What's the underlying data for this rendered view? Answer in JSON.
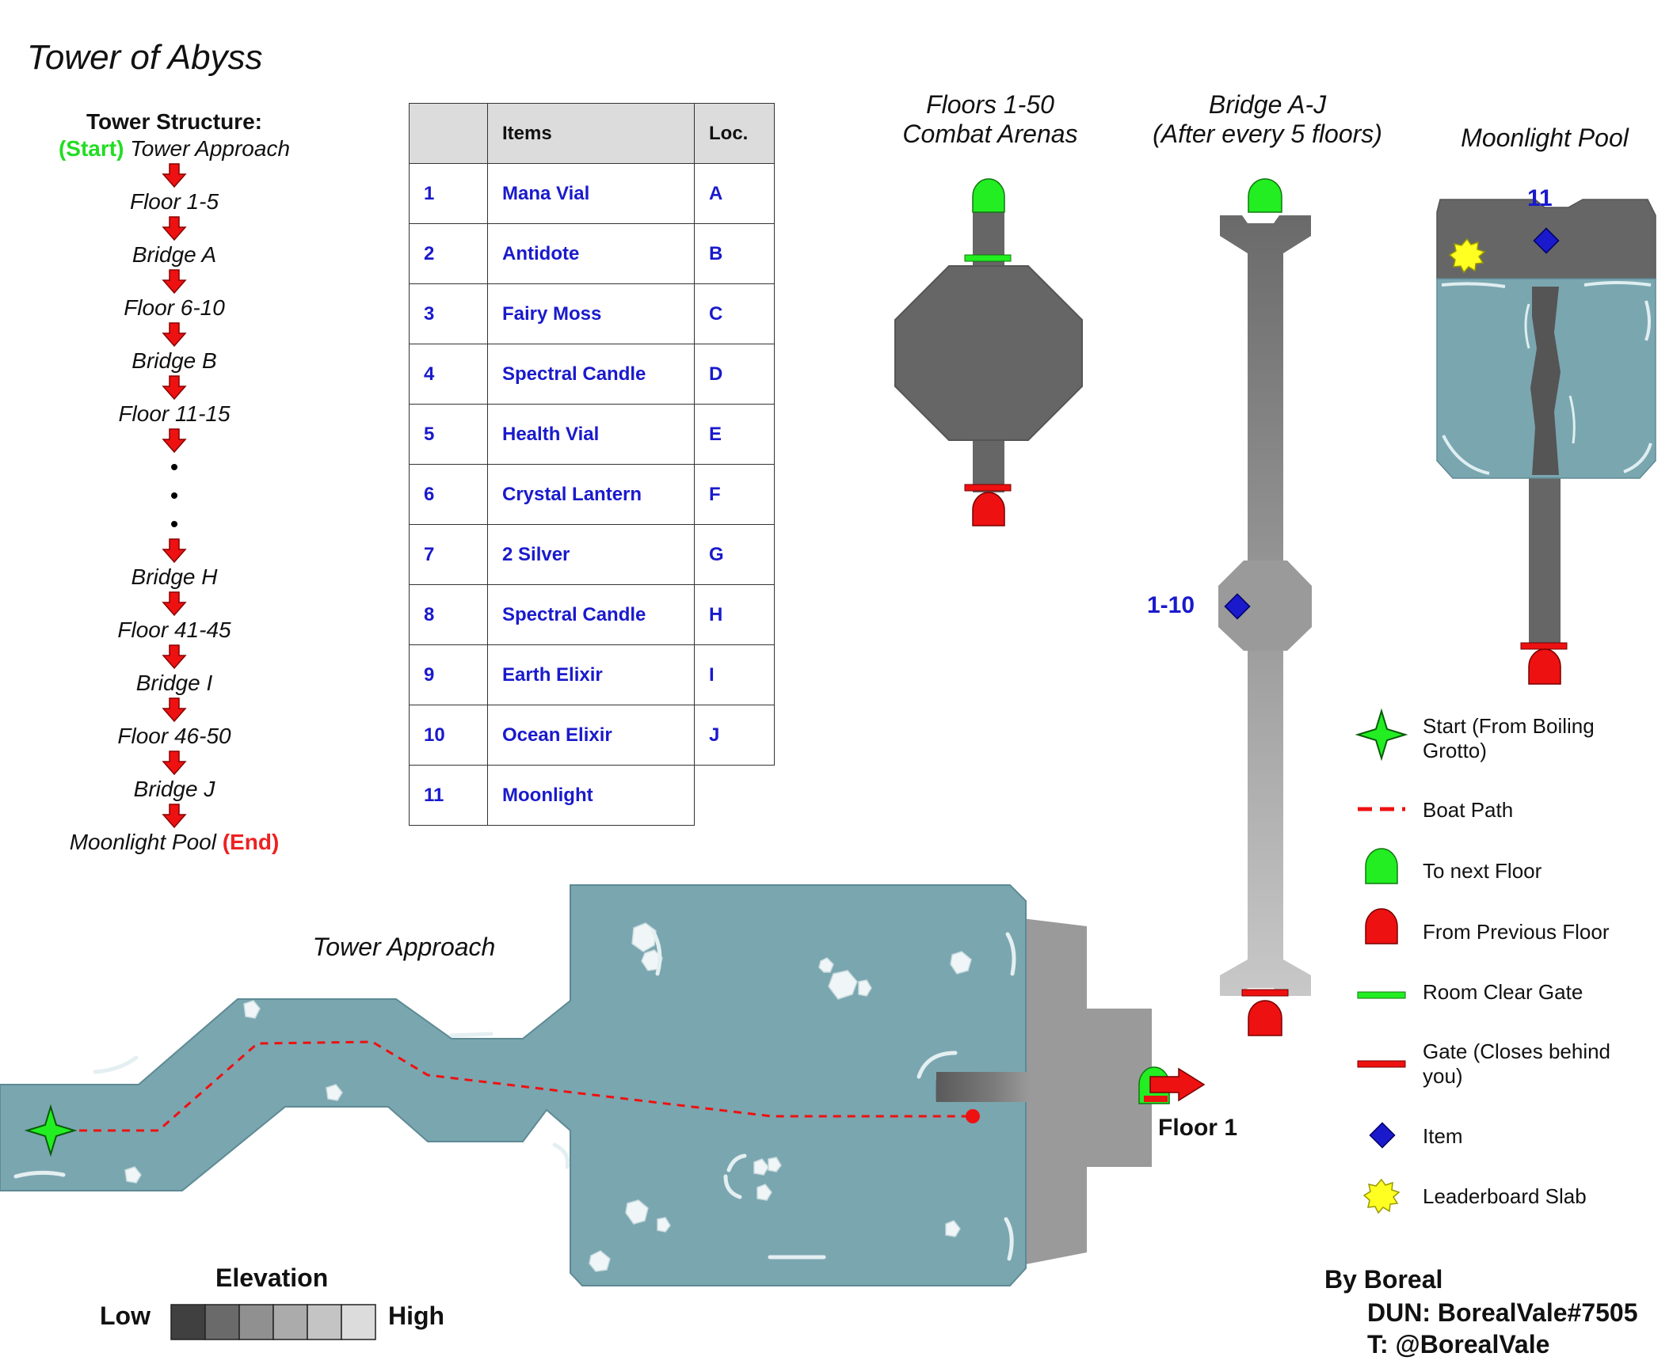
{
  "title": "Tower of Abyss",
  "structure": {
    "heading": "Tower Structure:",
    "start_label": "(Start)",
    "start_name": "Tower Approach",
    "steps_before": [
      "Floor 1-5",
      "Bridge A",
      "Floor 6-10",
      "Bridge B",
      "Floor 11-15"
    ],
    "steps_after": [
      "Bridge H",
      "Floor 41-45",
      "Bridge I",
      "Floor 46-50",
      "Bridge J"
    ],
    "end_name": "Moonlight Pool",
    "end_label": "(End)"
  },
  "items_table": {
    "headers": [
      "",
      "Items",
      "Loc."
    ],
    "rows": [
      [
        "1",
        "Mana Vial",
        "A"
      ],
      [
        "2",
        "Antidote",
        "B"
      ],
      [
        "3",
        "Fairy Moss",
        "C"
      ],
      [
        "4",
        "Spectral Candle",
        "D"
      ],
      [
        "5",
        "Health Vial",
        "E"
      ],
      [
        "6",
        "Crystal Lantern",
        "F"
      ],
      [
        "7",
        "2 Silver",
        "G"
      ],
      [
        "8",
        "Spectral Candle",
        "H"
      ],
      [
        "9",
        "Earth Elixir",
        "I"
      ],
      [
        "10",
        "Ocean Elixir",
        "J"
      ],
      [
        "11",
        "Moonlight",
        ""
      ]
    ]
  },
  "maps": {
    "floors_line1": "Floors 1-50",
    "floors_line2": "Combat Arenas",
    "bridge_line1": "Bridge A-J",
    "bridge_line2": "(After every 5 floors)",
    "bridge_item_label": "1-10",
    "pool_title": "Moonlight Pool",
    "pool_item_label": "11",
    "approach_title": "Tower Approach",
    "floor1_label": "Floor 1"
  },
  "legend": [
    {
      "icon": "start-star-icon",
      "label_lines": [
        "Start (From Boiling",
        "Grotto)"
      ]
    },
    {
      "icon": "boat-path-icon",
      "label_lines": [
        "Boat Path"
      ]
    },
    {
      "icon": "next-floor-door-icon",
      "label_lines": [
        "To next Floor"
      ]
    },
    {
      "icon": "previous-floor-door-icon",
      "label_lines": [
        "From Previous Floor"
      ]
    },
    {
      "icon": "room-clear-gate-icon",
      "label_lines": [
        "Room Clear Gate"
      ]
    },
    {
      "icon": "closing-gate-icon",
      "label_lines": [
        "Gate (Closes behind",
        "you)"
      ]
    },
    {
      "icon": "item-diamond-icon",
      "label_lines": [
        "Item"
      ]
    },
    {
      "icon": "leaderboard-slab-icon",
      "label_lines": [
        "Leaderboard Slab"
      ]
    }
  ],
  "elevation": {
    "title": "Elevation",
    "low": "Low",
    "high": "High",
    "shades": [
      "#404040",
      "#6a6a6a",
      "#909090",
      "#ababab",
      "#c4c4c4",
      "#dcdcdc"
    ]
  },
  "credits": {
    "by": "By Boreal",
    "dun": "DUN: BorealVale#7505",
    "twitter": "T: @BorealVale"
  },
  "colors": {
    "water": "#7aa6b0",
    "wall": "#666666",
    "door_green": "#22ee22",
    "door_red": "#ee1111",
    "item_blue": "#1a1acc",
    "slab_yellow": "#ffff22"
  }
}
